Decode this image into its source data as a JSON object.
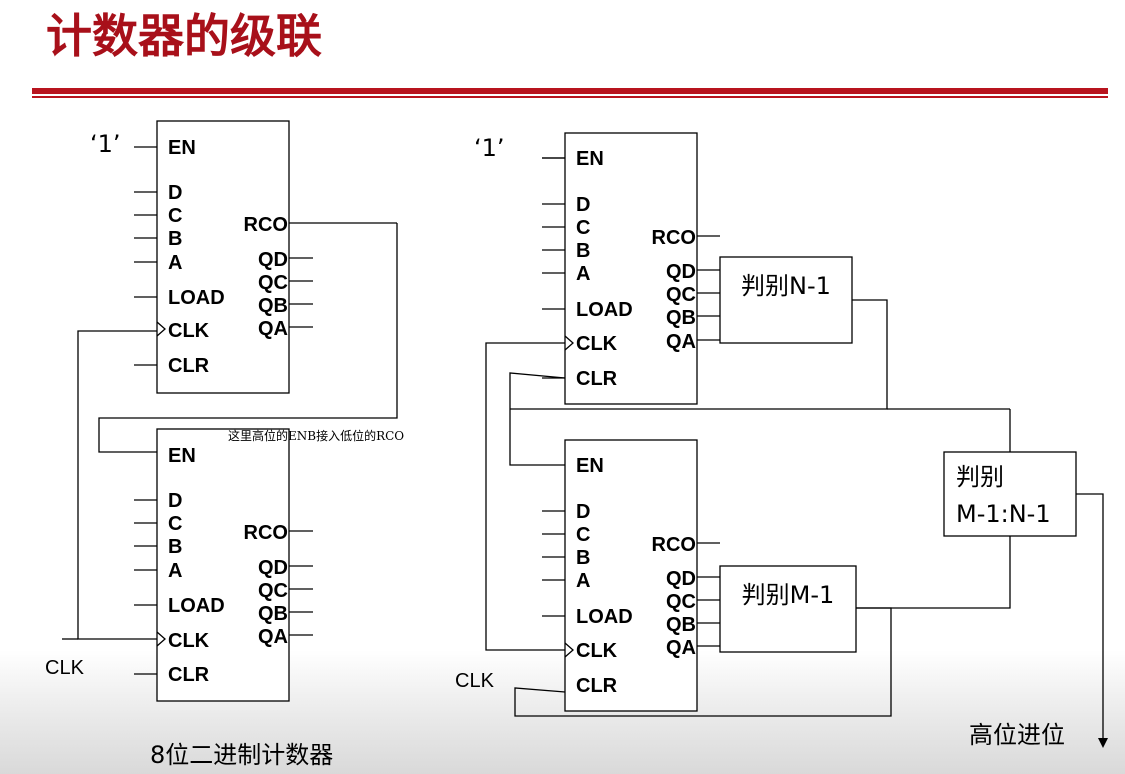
{
  "slide": {
    "title": "计数器的级联",
    "title_color": "#a8101a",
    "rule_color": "#b8141e"
  },
  "left_circuit": {
    "one_label": "‘1’",
    "counter_top": {
      "pins_left": [
        "EN",
        "D",
        "C",
        "B",
        "A",
        "LOAD",
        "CLK",
        "CLR"
      ],
      "pins_right": [
        "RCO",
        "QD",
        "QC",
        "QB",
        "QA"
      ]
    },
    "counter_bottom": {
      "pins_left": [
        "EN",
        "D",
        "C",
        "B",
        "A",
        "LOAD",
        "CLK",
        "CLR"
      ],
      "pins_right": [
        "RCO",
        "QD",
        "QC",
        "QB",
        "QA"
      ]
    },
    "annotation": "这里高位的ENB接入低位的RCO",
    "annotation_color": "#8b1a1a",
    "clk_label": "CLK",
    "caption": "8位二进制计数器"
  },
  "right_circuit": {
    "one_label": "‘1’",
    "counter_top": {
      "pins_left": [
        "EN",
        "D",
        "C",
        "B",
        "A",
        "LOAD",
        "CLK",
        "CLR"
      ],
      "pins_right": [
        "RCO",
        "QD",
        "QC",
        "QB",
        "QA"
      ]
    },
    "counter_bottom": {
      "pins_left": [
        "EN",
        "D",
        "C",
        "B",
        "A",
        "LOAD",
        "CLK",
        "CLR"
      ],
      "pins_right": [
        "RCO",
        "QD",
        "QC",
        "QB",
        "QA"
      ]
    },
    "judge_n": "判别N-1",
    "judge_m": "判别M-1",
    "judge_mn_line1": "判别",
    "judge_mn_line2": "M-1:N-1",
    "carry_label": "高位进位",
    "clk_label": "CLK"
  }
}
